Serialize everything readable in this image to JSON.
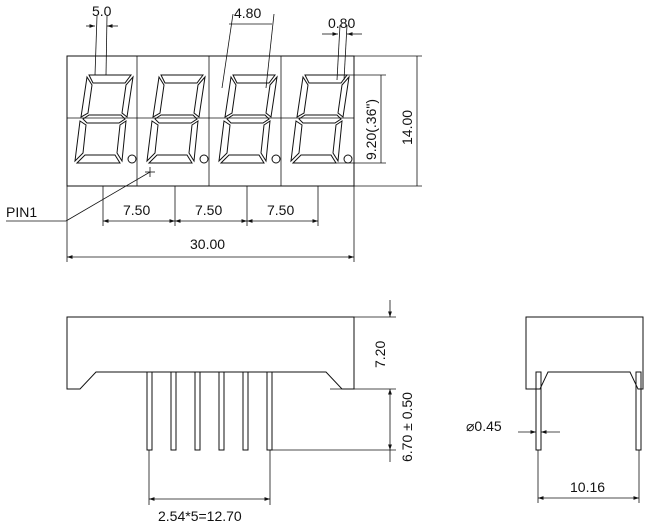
{
  "drawing": {
    "front_view": {
      "digit_count": 4,
      "digit_width": "5.0",
      "digit_spacing": "4.80",
      "segment_width": "0.80",
      "digit_height": "9.20(.36\")",
      "body_height": "14.00",
      "pitch_1": "7.50",
      "pitch_2": "7.50",
      "pitch_3": "7.50",
      "overall_width": "30.00",
      "pin1_label": "PIN1"
    },
    "side_view": {
      "body_height": "7.20",
      "pin_length": "6.70 ± 0.50",
      "pin_pitch": "2.54*5=12.70",
      "pin_count": 6
    },
    "end_view": {
      "pin_diameter": "⌀0.45",
      "row_spacing": "10.16"
    }
  }
}
